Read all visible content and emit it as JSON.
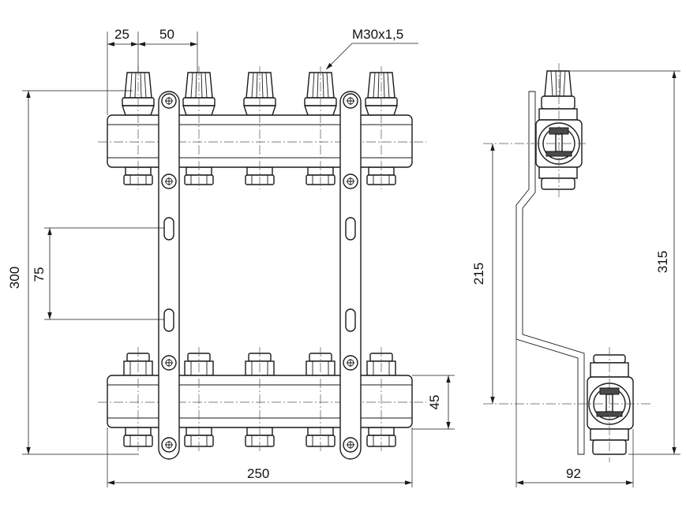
{
  "dimensions": {
    "d25": "25",
    "d50": "50",
    "thread": "M30x1,5",
    "d300": "300",
    "d75": "75",
    "d250": "250",
    "d45": "45",
    "d215": "215",
    "d315": "315",
    "d92": "92"
  },
  "outlets_per_bar": 5,
  "colors": {
    "line": "#1a1a1a",
    "fill": "#ffffff"
  }
}
